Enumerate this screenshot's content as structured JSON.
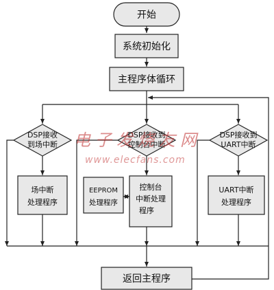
{
  "nodes": {
    "start": "开始",
    "init": "系统初始化",
    "main_loop": "主程序体循环",
    "cond_field": [
      "DSP接收",
      "到场中断"
    ],
    "cond_console": [
      "DSP接收到",
      "控制台中断"
    ],
    "cond_uart": [
      "DSP接收到",
      "UART中断"
    ],
    "proc_field": [
      "场中断",
      "处理程序"
    ],
    "proc_eeprom": [
      "EEPROM",
      "处理程序"
    ],
    "proc_console": [
      "控制台",
      "中断处理",
      "程序"
    ],
    "proc_uart": [
      "UART中断",
      "处理程序"
    ],
    "return_main": "返回主程序"
  },
  "watermark": {
    "cn": "电子发烧友网",
    "url": "www.elecfans.com"
  },
  "colors": {
    "fill": "#e8e8e8",
    "stroke": "#222222",
    "watermark": "#c03030"
  }
}
